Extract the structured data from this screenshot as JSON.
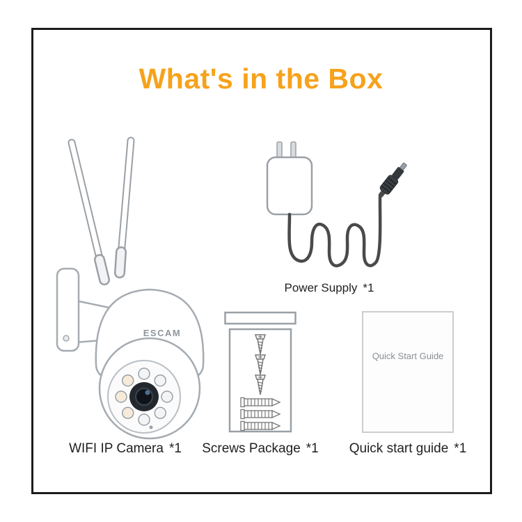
{
  "title": {
    "text": "What's in the Box",
    "color": "#F6A21C"
  },
  "frame": {
    "border_color": "#1c1c1c"
  },
  "items": {
    "camera": {
      "label": "WIFI IP Camera",
      "qty": "*1",
      "brand_text": "ESCAM"
    },
    "power_supply": {
      "label": "Power Supply",
      "qty": "*1"
    },
    "screws": {
      "label": "Screws Package",
      "qty": "*1"
    },
    "guide": {
      "label": "Quick start guide",
      "qty": "*1",
      "cover_text": "Quick Start Guide"
    }
  }
}
